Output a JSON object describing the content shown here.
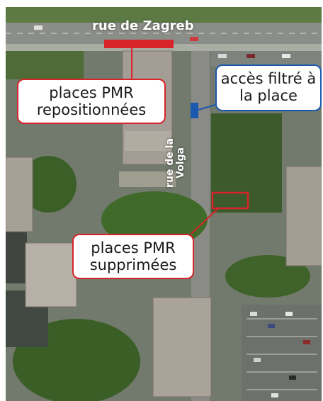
{
  "map": {
    "labels": {
      "street_zagreb": "rue de Zagreb",
      "street_volga": "rue de la Volga",
      "pmr_repositioned": "places PMR repositionnées",
      "pmr_removed": "places PMR supprimées",
      "filtered_access": "accès filtré à la place"
    },
    "colors": {
      "accent_red": "#d8232a",
      "accent_blue": "#1b59b0",
      "label_background": "#ffffff"
    },
    "markers": [
      {
        "name": "pmr-repositioned-marker",
        "type": "red-bar"
      },
      {
        "name": "pmr-removed-marker",
        "type": "red-rectangle-outline"
      },
      {
        "name": "filtered-access-marker",
        "type": "blue-bar"
      }
    ]
  }
}
